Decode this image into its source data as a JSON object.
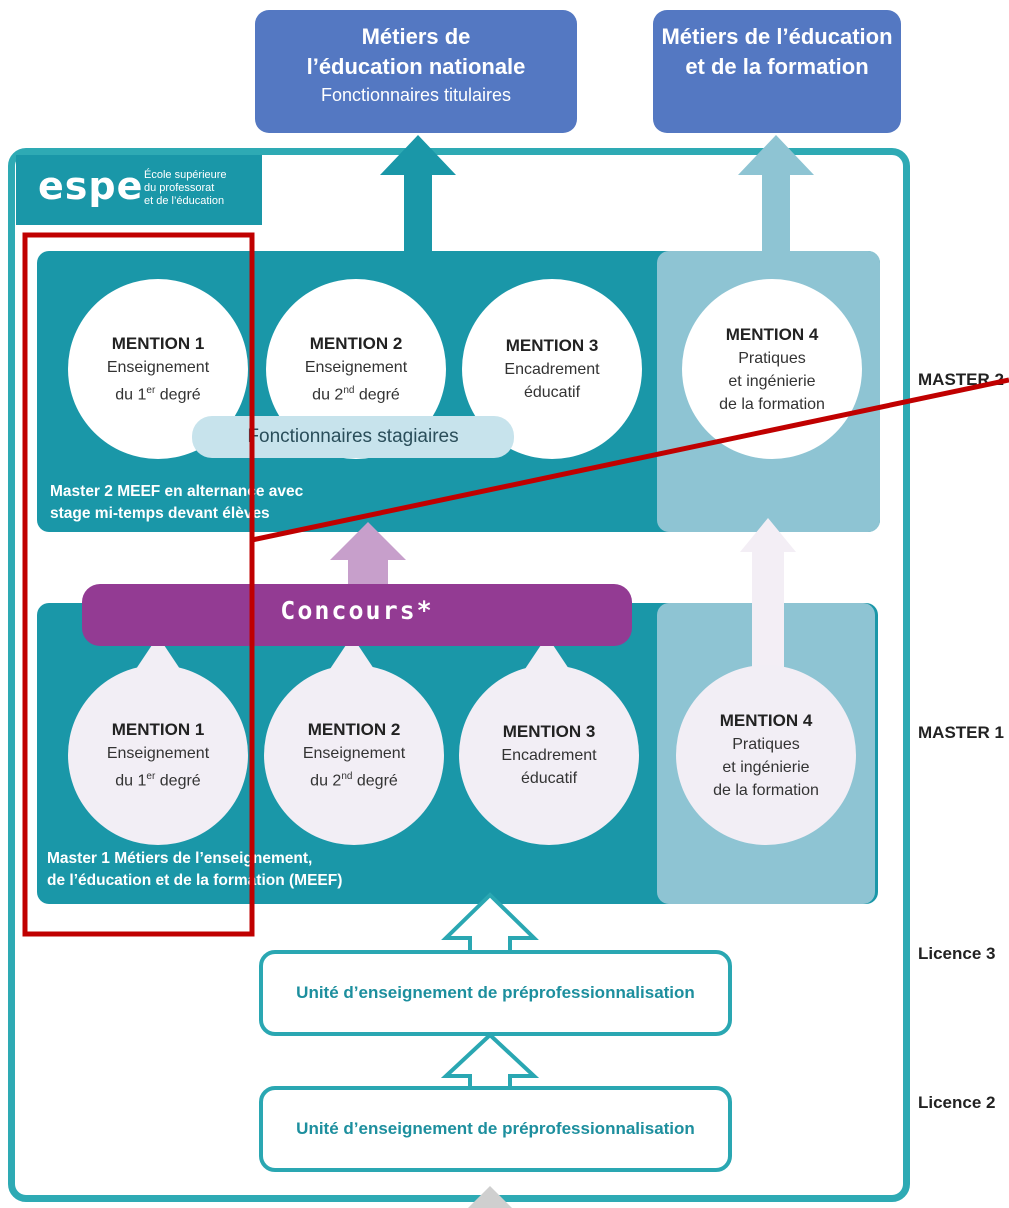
{
  "top_boxes": {
    "left": {
      "line1": "Métiers de",
      "line2": "l’éducation nationale",
      "line3": "Fonctionnaires titulaires"
    },
    "right": {
      "line1": "Métiers de l’éducation",
      "line2": "et de la formation"
    }
  },
  "logo": {
    "word": "espe",
    "sub1": "École supérieure",
    "sub2": "du professorat",
    "sub3": "et de l’éducation"
  },
  "master2": {
    "mentions": [
      {
        "title": "MENTION 1",
        "l1": "Enseignement",
        "l2_pre": "du 1",
        "l2_sup": "er",
        "l2_post": " degré"
      },
      {
        "title": "MENTION 2",
        "l1": "Enseignement",
        "l2_pre": "du 2",
        "l2_sup": "nd",
        "l2_post": " degré"
      },
      {
        "title": "MENTION 3",
        "l1": "Encadrement",
        "l2": "éducatif"
      },
      {
        "title": "MENTION 4",
        "l1": "Pratiques",
        "l2": "et ingénierie",
        "l3": "de la formation"
      }
    ],
    "pill": "Fonctionnaires stagiaires",
    "caption1": "Master 2 MEEF en alternance avec",
    "caption2": "stage mi-temps devant élèves"
  },
  "concours": "Concours*",
  "master1": {
    "mentions": [
      {
        "title": "MENTION 1",
        "l1": "Enseignement",
        "l2_pre": "du 1",
        "l2_sup": "er",
        "l2_post": " degré"
      },
      {
        "title": "MENTION 2",
        "l1": "Enseignement",
        "l2_pre": "du 2",
        "l2_sup": "nd",
        "l2_post": " degré"
      },
      {
        "title": "MENTION 3",
        "l1": "Encadrement",
        "l2": "éducatif"
      },
      {
        "title": "MENTION 4",
        "l1": "Pratiques",
        "l2": "et ingénierie",
        "l3": "de la formation"
      }
    ],
    "caption1": "Master 1 Métiers de l’enseignement,",
    "caption2": "de l’éducation et de  la formation (MEEF)"
  },
  "ue": {
    "l3": "Unité d’enseignement de préprofessionnalisation",
    "l2": "Unité d’enseignement de préprofessionnalisation"
  },
  "side_labels": {
    "master2": "MASTER 2",
    "master1": "MASTER 1",
    "licence3": "Licence 3",
    "licence2": "Licence 2"
  },
  "colors": {
    "teal": "#1a97a8",
    "frame": "#2eaab4",
    "topbox": "#5478c2",
    "concours": "#933b93",
    "highlight": "#c00000",
    "light": "#8ec4d3"
  }
}
